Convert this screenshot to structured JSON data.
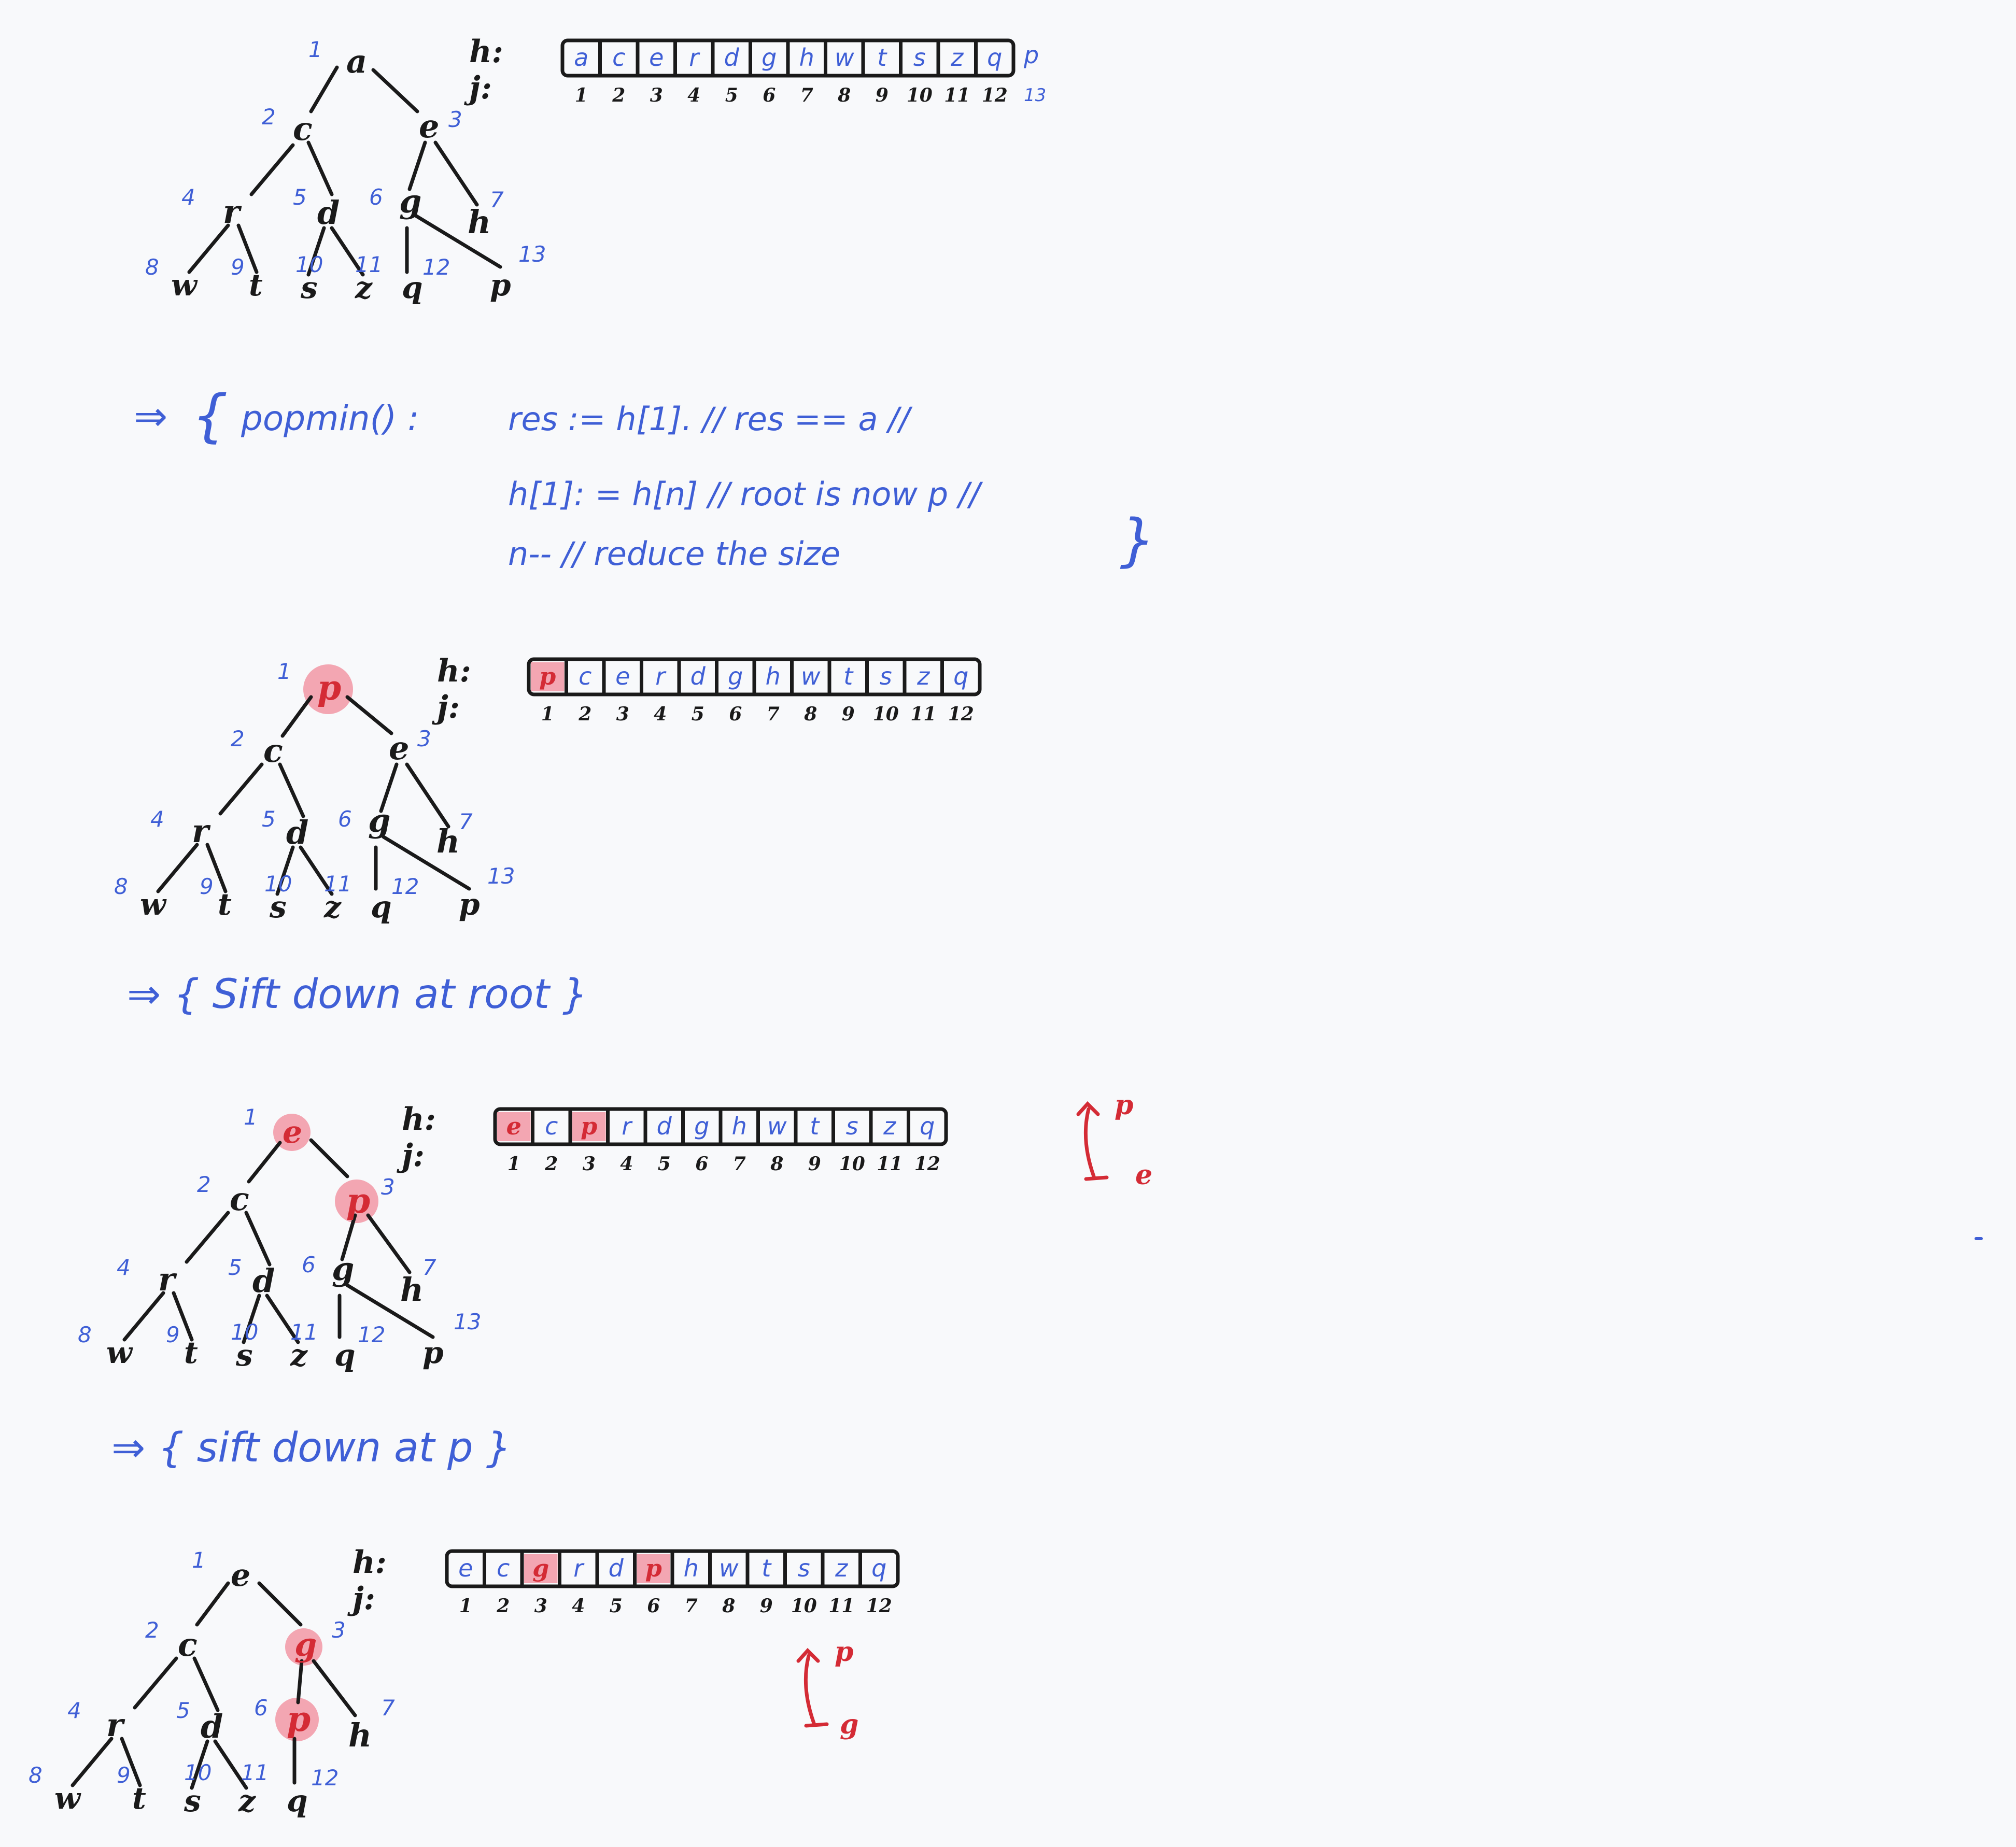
{
  "heap_label": "h:",
  "index_label": "j:",
  "tree_index_labels": [
    "1",
    "2",
    "3",
    "4",
    "5",
    "6",
    "7",
    "8",
    "9",
    "10",
    "11",
    "12",
    "13"
  ],
  "array_index_labels": [
    "1",
    "2",
    "3",
    "4",
    "5",
    "6",
    "7",
    "8",
    "9",
    "10",
    "11",
    "12"
  ],
  "extra_index_label": "13",
  "extra_cell_label": "p",
  "states": [
    {
      "id": "initial",
      "nodes": [
        "a",
        "c",
        "e",
        "r",
        "d",
        "g",
        "h",
        "w",
        "t",
        "s",
        "z",
        "q",
        "p"
      ],
      "array": [
        "a",
        "c",
        "e",
        "r",
        "d",
        "g",
        "h",
        "w",
        "t",
        "s",
        "z",
        "q"
      ],
      "highlight_array": [],
      "highlight_nodes": []
    },
    {
      "id": "after-popmin",
      "nodes": [
        "p",
        "c",
        "e",
        "r",
        "d",
        "g",
        "h",
        "w",
        "t",
        "s",
        "z",
        "q",
        "p"
      ],
      "array": [
        "p",
        "c",
        "e",
        "r",
        "d",
        "g",
        "h",
        "w",
        "t",
        "s",
        "z",
        "q"
      ],
      "highlight_array": [
        0
      ],
      "highlight_nodes": [
        0
      ]
    },
    {
      "id": "after-sift-root",
      "nodes": [
        "e",
        "c",
        "p",
        "r",
        "d",
        "g",
        "h",
        "w",
        "t",
        "s",
        "z",
        "q",
        "p"
      ],
      "array": [
        "e",
        "c",
        "p",
        "r",
        "d",
        "g",
        "h",
        "w",
        "t",
        "s",
        "z",
        "q"
      ],
      "highlight_array": [
        0,
        2
      ],
      "highlight_nodes": [
        0,
        2
      ]
    },
    {
      "id": "after-sift-p",
      "nodes": [
        "e",
        "c",
        "g",
        "r",
        "d",
        "p",
        "h",
        "w",
        "t",
        "s",
        "z",
        "q"
      ],
      "array": [
        "e",
        "c",
        "g",
        "r",
        "d",
        "p",
        "h",
        "w",
        "t",
        "s",
        "z",
        "q"
      ],
      "highlight_array": [
        2,
        5
      ],
      "highlight_nodes": [
        2,
        5
      ]
    }
  ],
  "popmin": {
    "arrow": "⇒",
    "open_brace": "{",
    "name": "popmin() :",
    "line1": "res := h[1]. // res == a //",
    "line2": "h[1]: = h[n] // root is now p //",
    "line3": "n-- // reduce the size",
    "close_brace": "}"
  },
  "sift_root_note": "⇒ {  Sift down at root }",
  "sift_p_note": "⇒ { sift down at p }",
  "swap1": {
    "top": "p",
    "bottom": "e"
  },
  "swap2": {
    "top": "p",
    "bottom": "g"
  }
}
